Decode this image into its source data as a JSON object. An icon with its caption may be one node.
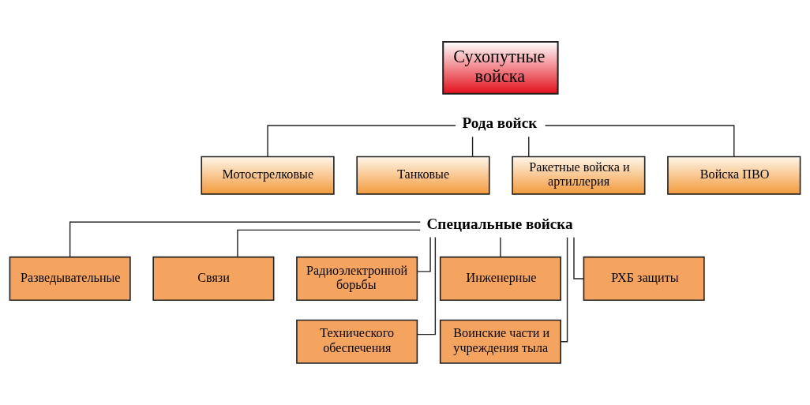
{
  "diagram": {
    "nodes": [
      {
        "text": [
          "Сухопутные войска"
        ]
      },
      {
        "text": [
          "Рода войск"
        ]
      },
      {
        "text": [
          "Мотострелковые"
        ]
      },
      {
        "text": [
          "Танковые"
        ]
      },
      {
        "text": [
          "Ракетные войска и артиллерия"
        ]
      },
      {
        "text": [
          "Войска ПВО"
        ]
      },
      {
        "text": [
          "Специальные войска"
        ]
      },
      {
        "text": [
          "Разведывательные"
        ]
      },
      {
        "text": [
          "Связи"
        ]
      },
      {
        "text": [
          "Радиоэлектронной борьбы"
        ]
      },
      {
        "text": [
          "Инженерные"
        ]
      },
      {
        "text": [
          "РХБ защиты"
        ]
      },
      {
        "text": [
          "Технического обеспечения"
        ]
      },
      {
        "text": [
          "Воинские части и учреждения тыла"
        ]
      }
    ],
    "edges": [
      {
        "from": 1,
        "to": 2,
        "arrow": "none"
      },
      {
        "from": 1,
        "to": 3,
        "arrow": "none"
      },
      {
        "from": 1,
        "to": 4,
        "arrow": "none"
      },
      {
        "from": 1,
        "to": 5,
        "arrow": "none"
      },
      {
        "from": 6,
        "to": 7,
        "arrow": "none"
      },
      {
        "from": 6,
        "to": 8,
        "arrow": "none"
      },
      {
        "from": 6,
        "to": 9,
        "arrow": "none"
      },
      {
        "from": 6,
        "to": 10,
        "arrow": "none"
      },
      {
        "from": 6,
        "to": 11,
        "arrow": "none"
      },
      {
        "from": 6,
        "to": 12,
        "arrow": "none"
      },
      {
        "from": 6,
        "to": 13,
        "arrow": "none"
      }
    ]
  }
}
